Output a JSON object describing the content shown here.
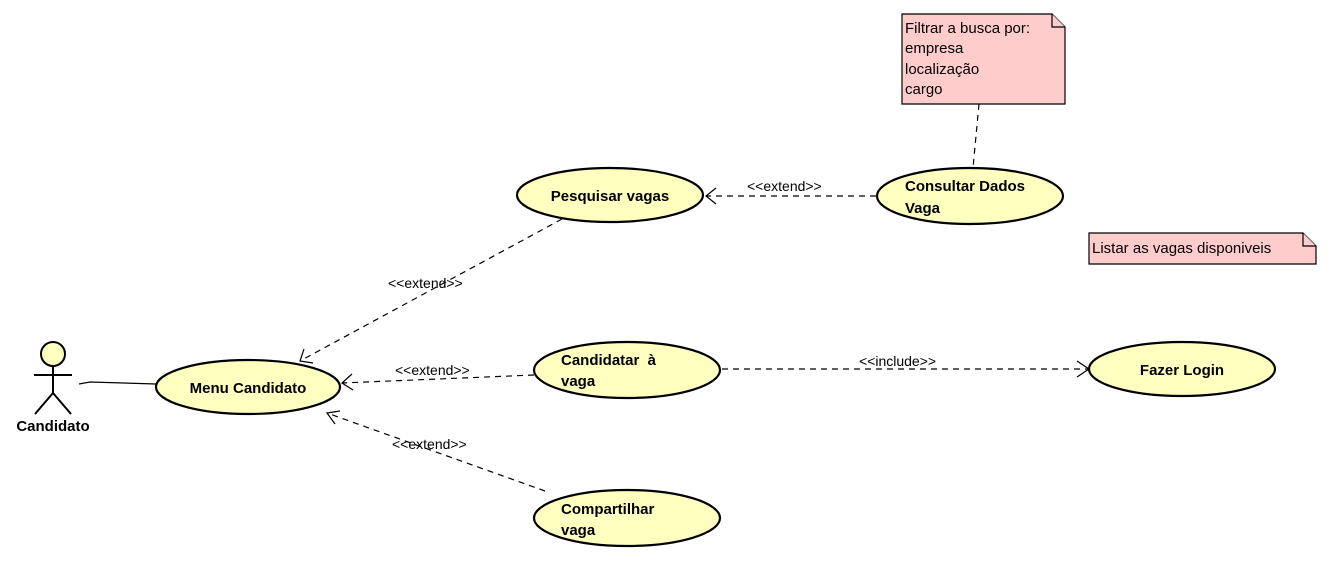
{
  "actor": {
    "name": "Candidato"
  },
  "use_cases": {
    "menu_candidato": [
      "Menu Candidato"
    ],
    "pesquisar_vagas": [
      "Pesquisar vagas"
    ],
    "candidatar_vaga": [
      "Candidatar  à",
      "vaga"
    ],
    "compartilhar_vaga": [
      "Compartilhar",
      "vaga"
    ],
    "consultar_dados_vaga": [
      "Consultar Dados",
      "Vaga"
    ],
    "fazer_login": [
      "Fazer Login"
    ]
  },
  "notes": {
    "filtro": [
      "Filtrar a busca por:",
      "empresa",
      "localização",
      "cargo"
    ],
    "listar": [
      "Listar as vagas disponiveis"
    ]
  },
  "relations": {
    "pesquisar_to_menu": "<<extend>>",
    "consultar_to_pesquisar": "<<extend>>",
    "candidatar_to_menu": "<<extend>>",
    "compartilhar_to_menu": "<<extend>>",
    "candidatar_to_login": "<<include>>"
  },
  "colors": {
    "use_case_fill": "#ffffc0",
    "note_fill": "#ffcccc",
    "actor_head_fill": "#ffffc0"
  }
}
